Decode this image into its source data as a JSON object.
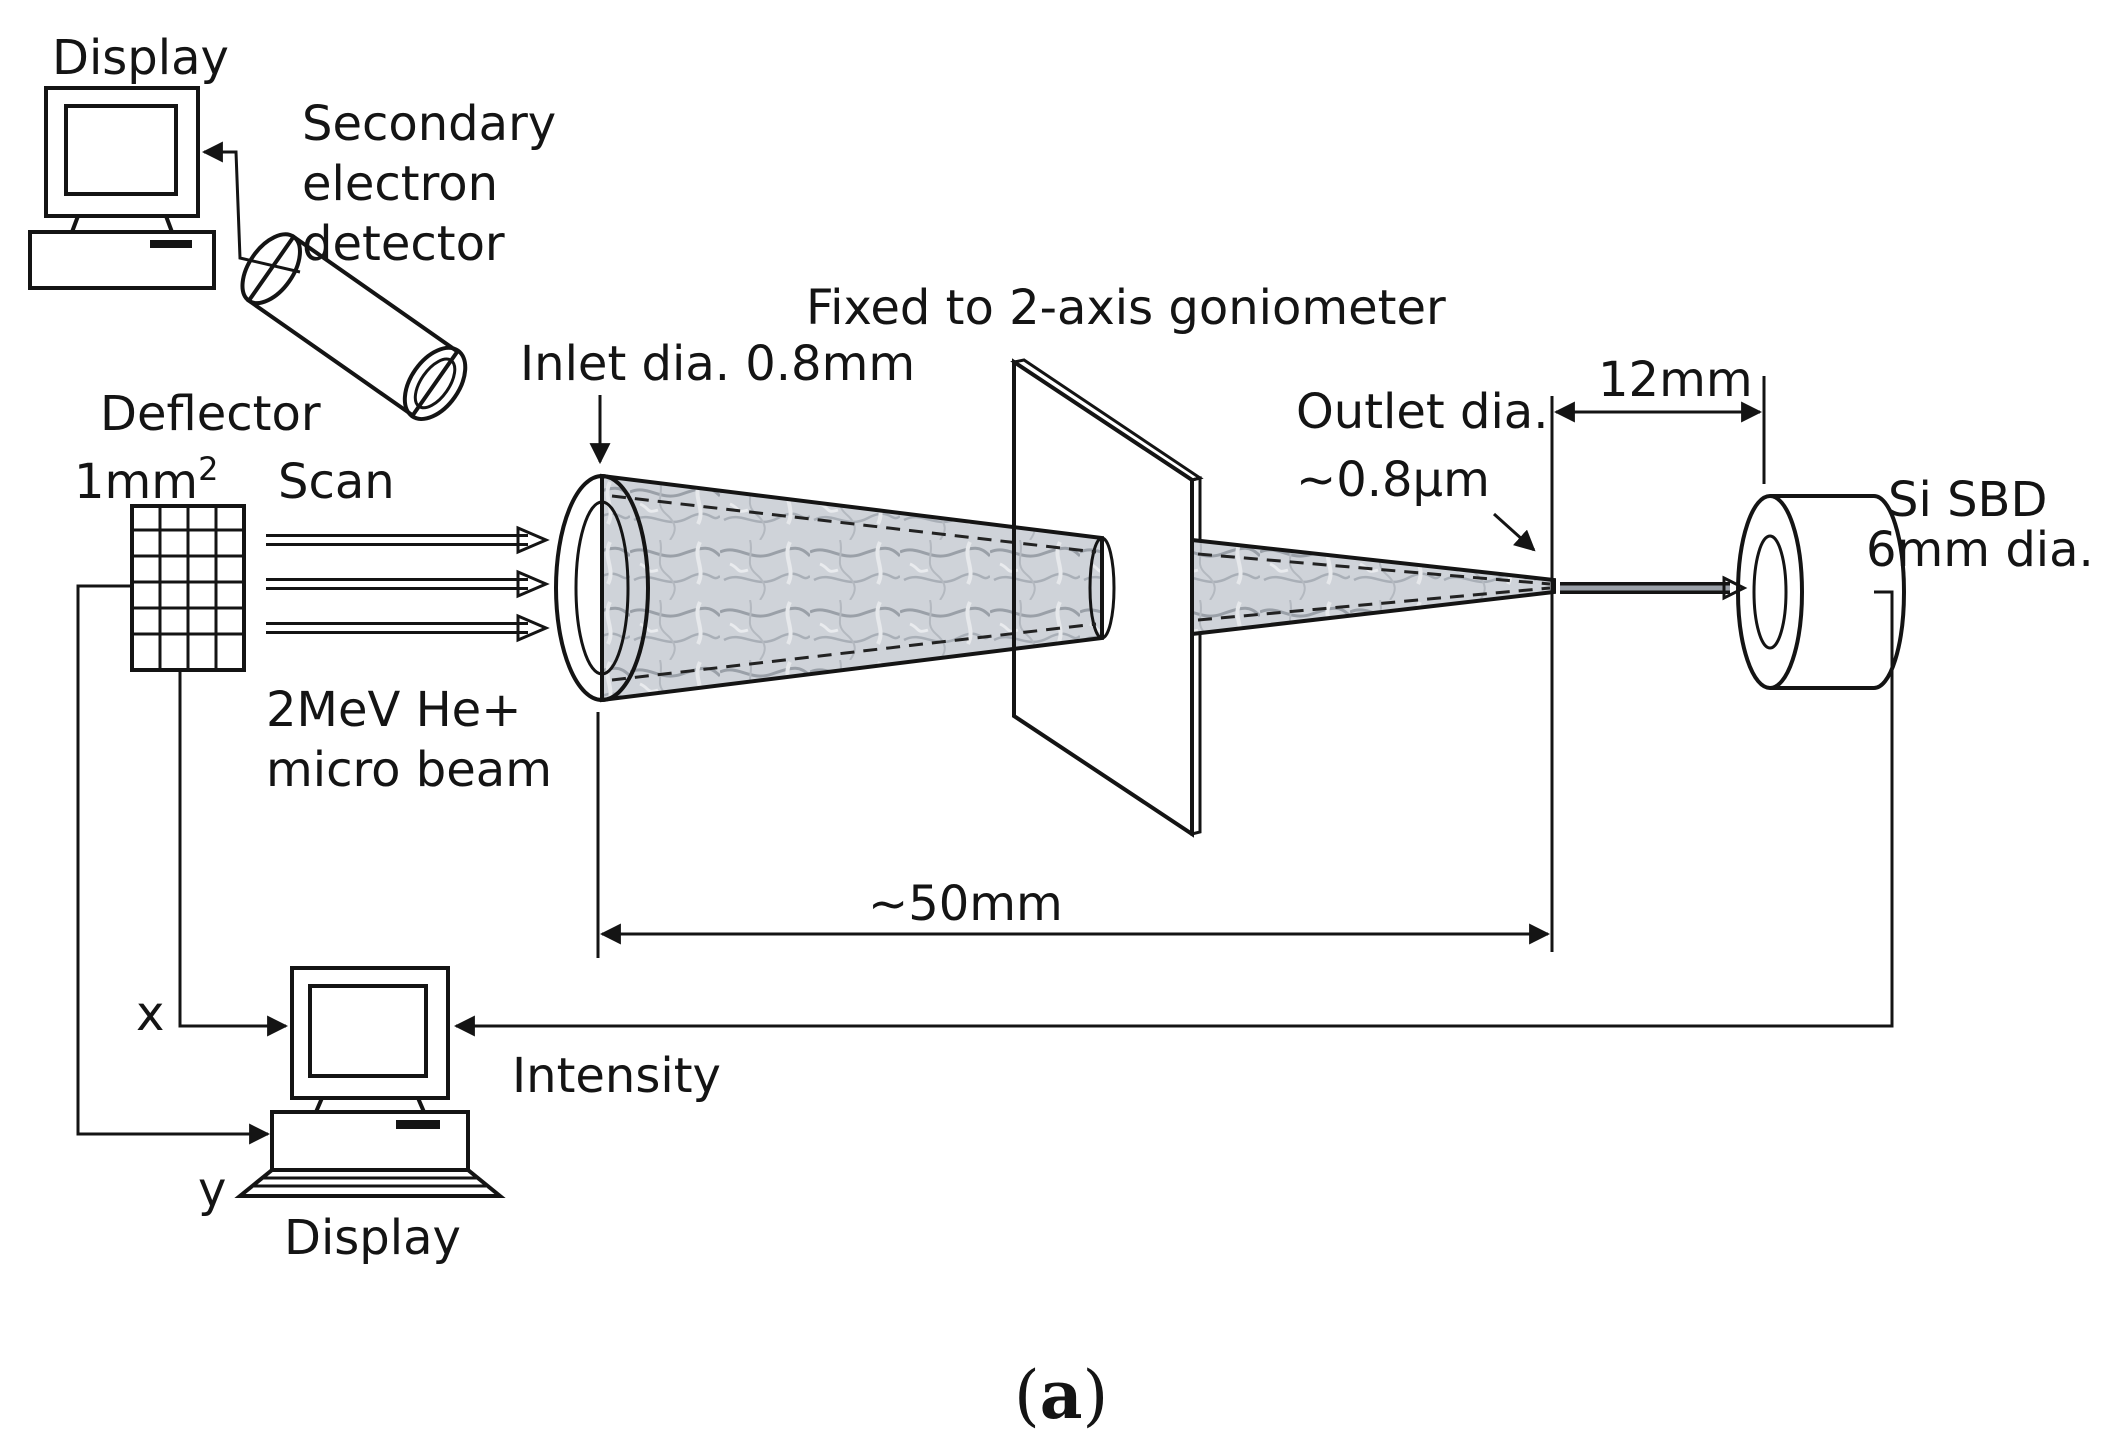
{
  "labels": {
    "display_top": "Display",
    "secondary_1": "Secondary",
    "secondary_2": "electron",
    "secondary_3": "detector",
    "goniometer": "Fixed to 2-axis goniometer",
    "inlet": "Inlet dia. 0.8mm",
    "deflector": "Deflector",
    "deflector_size": "1mm",
    "deflector_size_sup": "2",
    "scan": "Scan",
    "beam_1": "2MeV He+",
    "beam_2": "micro beam",
    "outlet_1": "Outlet dia.",
    "outlet_2": "~0.8μm",
    "distance_12": "12mm",
    "detector_1": "Si SBD",
    "detector_2": "6mm dia.",
    "distance_50": "~50mm",
    "axis_x": "x",
    "axis_y": "y",
    "intensity": "Intensity",
    "display_bottom": "Display"
  },
  "caption": {
    "open": "(",
    "letter": "a",
    "close": ")"
  }
}
